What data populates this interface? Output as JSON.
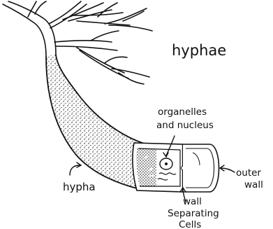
{
  "labels": {
    "hyphae": "hyphae",
    "organelles_line1": "organelles",
    "organelles_line2": "and nucleus",
    "hypha": "hypha",
    "outer_wall_line1": "outer",
    "outer_wall_line2": "wall",
    "wall_line1": "wall",
    "wall_line2": "Separating",
    "wall_line3": "Cells"
  },
  "colors": {
    "ink": "#111111",
    "paper": "#ffffff"
  }
}
